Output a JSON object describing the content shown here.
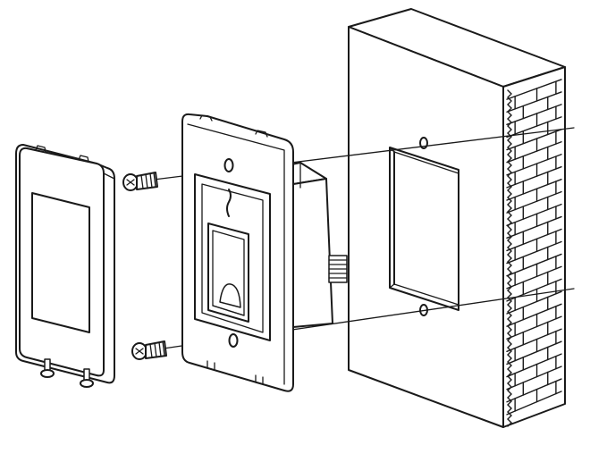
{
  "diagram": {
    "type": "exploded-installation-view",
    "components": [
      {
        "id": "front-cover",
        "icon": "cover-plate-icon"
      },
      {
        "id": "screw-top",
        "icon": "screw-icon"
      },
      {
        "id": "screw-bottom",
        "icon": "screw-icon"
      },
      {
        "id": "fingerprint-reader-unit",
        "icon": "fingerprint-sensor-icon"
      },
      {
        "id": "wall-box-recess",
        "icon": "wall-box-icon"
      },
      {
        "id": "brick-wall",
        "icon": "brick-wall-icon"
      }
    ],
    "colors": {
      "stroke": "#1a1a1a",
      "fill": "#ffffff"
    }
  }
}
